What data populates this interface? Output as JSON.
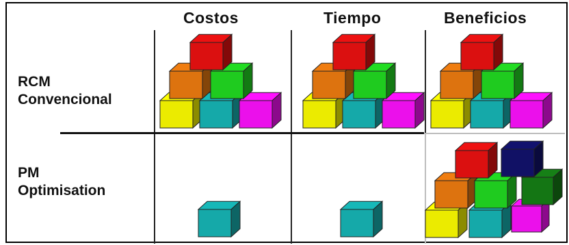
{
  "headers": {
    "costos": "Costos",
    "tiempo": "Tiempo",
    "beneficios": "Beneficios"
  },
  "rows": {
    "rcm": {
      "line1": "RCM",
      "line2": "Convencional"
    },
    "pm": {
      "line1": "PM",
      "line2": "Optimisation"
    }
  },
  "colors": {
    "red": "#ee1111",
    "orange": "#f07d10",
    "green": "#22dd22",
    "yellow": "#ffff00",
    "cyan": "#17b8b8",
    "magenta": "#ff11ff",
    "navy": "#12126e",
    "darkgreen": "#168016"
  }
}
